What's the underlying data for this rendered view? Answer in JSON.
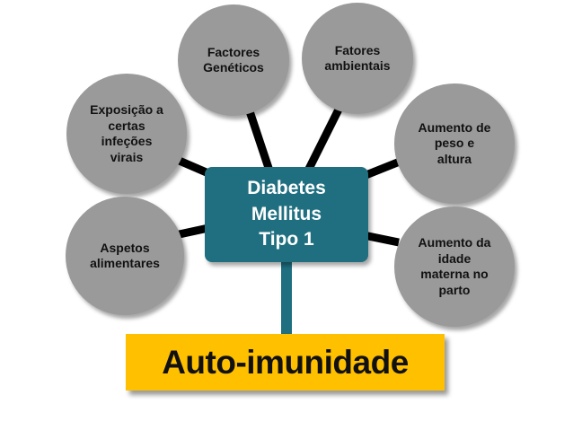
{
  "center": {
    "label": "Diabetes\nMellitus\nTipo 1"
  },
  "factors": [
    {
      "id": "factores-geneticos",
      "label": "Factores\nGenéticos"
    },
    {
      "id": "fatores-ambientais",
      "label": "Fatores\nambientais"
    },
    {
      "id": "exposicao-infecoes",
      "label": "Exposição a\ncertas\ninfeções\nvirais"
    },
    {
      "id": "aumento-peso-altura",
      "label": "Aumento de\npeso e\naltura"
    },
    {
      "id": "aspetos-alimentares",
      "label": "Aspetos\nalimentares"
    },
    {
      "id": "aumento-idade-materna",
      "label": "Aumento da\nidade\nmaterna no\nparto"
    }
  ],
  "banner": {
    "label": "Auto-imunidade"
  },
  "colors": {
    "center": "#1f6f80",
    "bubble": "#9a9a9a",
    "banner": "#ffc000",
    "connector": "#000000"
  }
}
